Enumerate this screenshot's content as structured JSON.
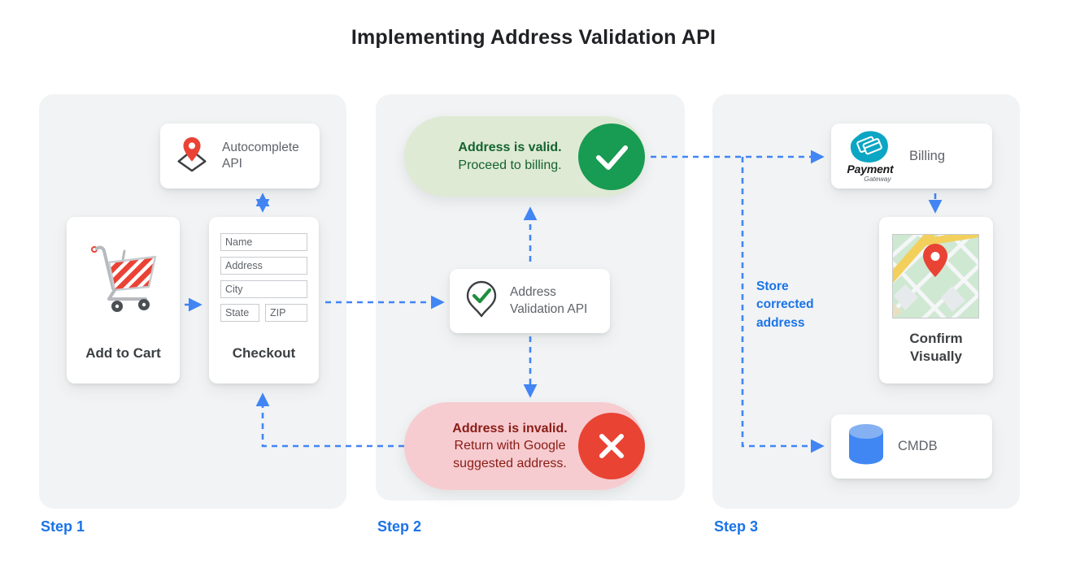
{
  "title": "Implementing Address Validation API",
  "colors": {
    "accent_blue": "#1a73e8",
    "arrow_blue": "#4285f4",
    "valid_bg": "#dfead5",
    "valid_text": "#14632e",
    "valid_circle": "#189b52",
    "invalid_bg": "#f6ccd0",
    "invalid_text": "#8a1c16",
    "invalid_circle": "#e94334",
    "panel_bg": "#f1f3f4"
  },
  "steps": {
    "step1": "Step 1",
    "step2": "Step 2",
    "step3": "Step 3"
  },
  "step1": {
    "autocomplete_card": {
      "label": "Autocomplete API"
    },
    "cart_card": {
      "label": "Add to Cart"
    },
    "checkout_card": {
      "label": "Checkout",
      "fields": {
        "name": "Name",
        "address": "Address",
        "city": "City",
        "state": "State",
        "zip": "ZIP"
      }
    }
  },
  "step2": {
    "validation_card": {
      "label": "Address Validation API"
    },
    "valid_banner": {
      "headline": "Address is valid.",
      "subtext": "Proceed to billing."
    },
    "invalid_banner": {
      "headline": "Address is invalid.",
      "subtext": "Return with Google suggested address."
    }
  },
  "step3": {
    "billing_card": {
      "label": "Billing",
      "logo_line1": "Payment",
      "logo_line2": "Gateway"
    },
    "confirm_card": {
      "label": "Confirm Visually"
    },
    "cmdb_card": {
      "label": "CMDB"
    },
    "store_note": "Store corrected address"
  }
}
